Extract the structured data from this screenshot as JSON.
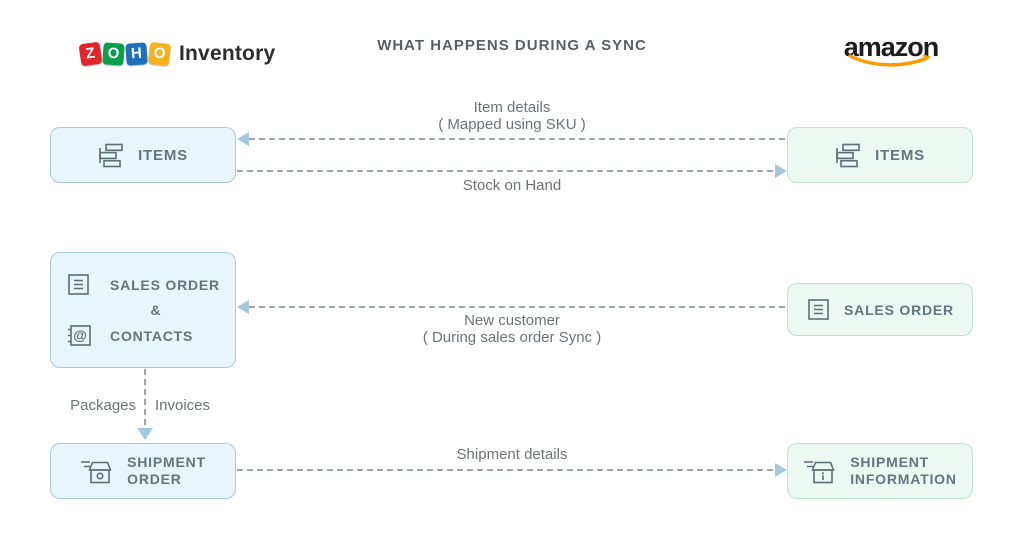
{
  "header": {
    "zoho": {
      "tiles": [
        {
          "letter": "Z",
          "color": "#e0252b"
        },
        {
          "letter": "O",
          "color": "#08a04b"
        },
        {
          "letter": "H",
          "color": "#1f6fb8"
        },
        {
          "letter": "O",
          "color": "#f5b21e"
        }
      ],
      "suffix": "Inventory"
    },
    "title": "WHAT HAPPENS DURING A SYNC",
    "amazon": {
      "text": "amazon",
      "swoosh_color": "#ff9900"
    }
  },
  "boxes": {
    "zoho_items": {
      "label": "ITEMS",
      "icon": "stacked-items-icon"
    },
    "amazon_items": {
      "label": "ITEMS",
      "icon": "stacked-items-icon"
    },
    "zoho_sales": {
      "label_1": "SALES ORDER",
      "amp": "&",
      "label_2": "CONTACTS",
      "icons": [
        "document-icon",
        "contacts-icon"
      ]
    },
    "amazon_sales": {
      "label": "SALES ORDER",
      "icon": "document-icon"
    },
    "zoho_shipment": {
      "label_1": "SHIPMENT",
      "label_2": "ORDER",
      "icon": "shipping-box-icon"
    },
    "amazon_shipment": {
      "label_1": "SHIPMENT",
      "label_2": "INFORMATION",
      "icon": "shipping-box-info-icon"
    }
  },
  "flows": {
    "item_details": {
      "line1": "Item details",
      "line2": "( Mapped using SKU )",
      "direction": "right-to-left"
    },
    "stock_on_hand": {
      "label": "Stock on Hand",
      "direction": "left-to-right"
    },
    "new_customer": {
      "line1": "New customer",
      "line2": "( During sales order Sync )",
      "direction": "right-to-left"
    },
    "shipment_details": {
      "label": "Shipment details",
      "direction": "left-to-right"
    },
    "packages_invoices": {
      "left_label": "Packages",
      "right_label": "Invoices",
      "direction": "down"
    }
  },
  "colors": {
    "zoho_box_fill": "#e9f4fb",
    "zoho_box_border": "#a9c9db",
    "amazon_box_fill": "#ecf8f1",
    "amazon_box_border": "#bfe3cd",
    "dash_line": "#9ba4aa",
    "arrowhead": "#a5c8df",
    "label_text": "#6c7377",
    "box_text": "#65757f",
    "amazon_swoosh": "#ff9900"
  }
}
